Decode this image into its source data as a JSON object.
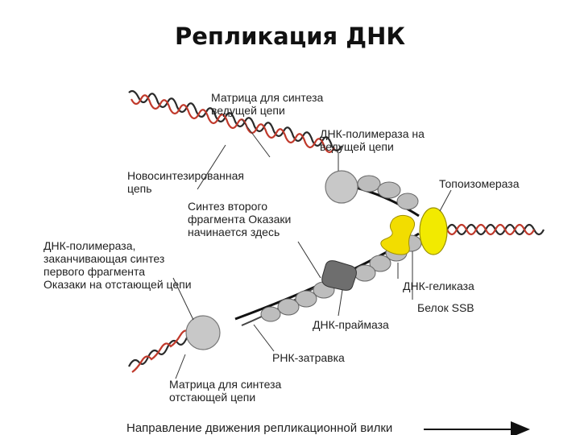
{
  "title": "Репликация ДНК",
  "labels": {
    "leading_template": [
      "Матрица для синтеза",
      "ведущей цепи"
    ],
    "polymerase_leading": [
      "ДНК-полимераза на",
      "ведущей цепи"
    ],
    "new_strand": [
      "Новосинтезированная",
      "цепь"
    ],
    "topoisomerase": "Топоизомераза",
    "okazaki_start": [
      "Синтез второго",
      "фрагмента Оказаки",
      "начинается здесь"
    ],
    "polymerase_lagging": [
      "ДНК-полимераза,",
      "заканчивающая синтез",
      "первого фрагмента",
      "Оказаки на отстающей цепи"
    ],
    "helicase": "ДНК-геликаза",
    "ssb": "Белок SSB",
    "primase": "ДНК-праймаза",
    "rna_primer": "РНК-затравка",
    "lagging_template": [
      "Матрица для синтеза",
      "отстающей цепи"
    ],
    "direction": "Направление движения репликационной вилки"
  },
  "colors": {
    "strand_dark": "#2a2a2a",
    "strand_red": "#c0392b",
    "polymerase": "#c8c8c8",
    "ssb": "#bdbdbd",
    "topoisomerase": "#f2ea00",
    "helicase_blob": "#f2dd00",
    "primase": "#6e6e6e"
  }
}
